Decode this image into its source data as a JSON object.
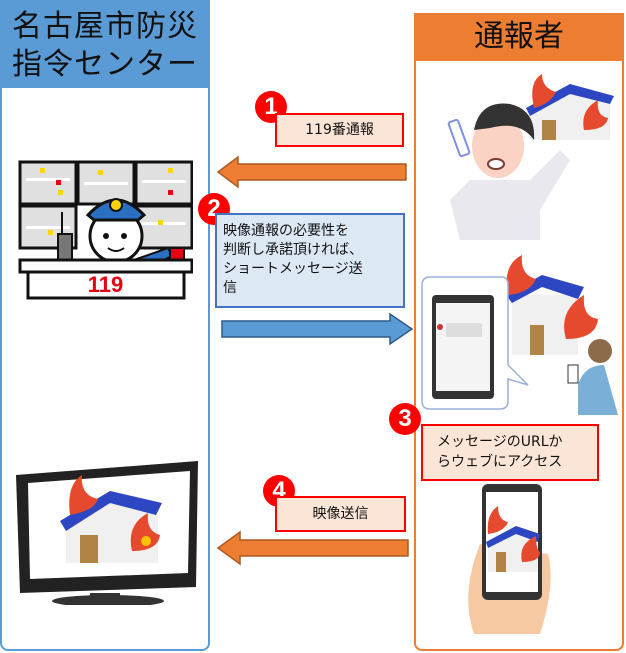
{
  "left_panel": {
    "title_line1": "名古屋市防災",
    "title_line2": "指令センター",
    "color": "#5b9bd5",
    "dispatcher_sign": "119"
  },
  "right_panel": {
    "title": "通報者",
    "color": "#ed7d31"
  },
  "steps": [
    {
      "number": "1",
      "label": "119番通報",
      "direction": "right-to-left",
      "arrow_color": "#ed7d31"
    },
    {
      "number": "2",
      "label": "映像通報の必要性を判断し承諾頂ければ、ショートメッセージ送信",
      "lines": [
        "映像通報の必要性を",
        "判断し承諾頂ければ、",
        "ショートメッセージ送",
        "信"
      ],
      "direction": "left-to-right",
      "arrow_color": "#5b9bd5"
    },
    {
      "number": "3",
      "label": "メッセージのURLからウェブにアクセス",
      "lines": [
        "メッセージのURLか",
        "らウェブにアクセス"
      ]
    },
    {
      "number": "4",
      "label": "映像送信",
      "direction": "right-to-left",
      "arrow_color": "#ed7d31"
    }
  ],
  "colors": {
    "step_badge": "#ff0000",
    "red_box_fill": "#fbe5d6",
    "blue_box_fill": "#dde8f5",
    "blue_box_border": "#4472c4"
  }
}
